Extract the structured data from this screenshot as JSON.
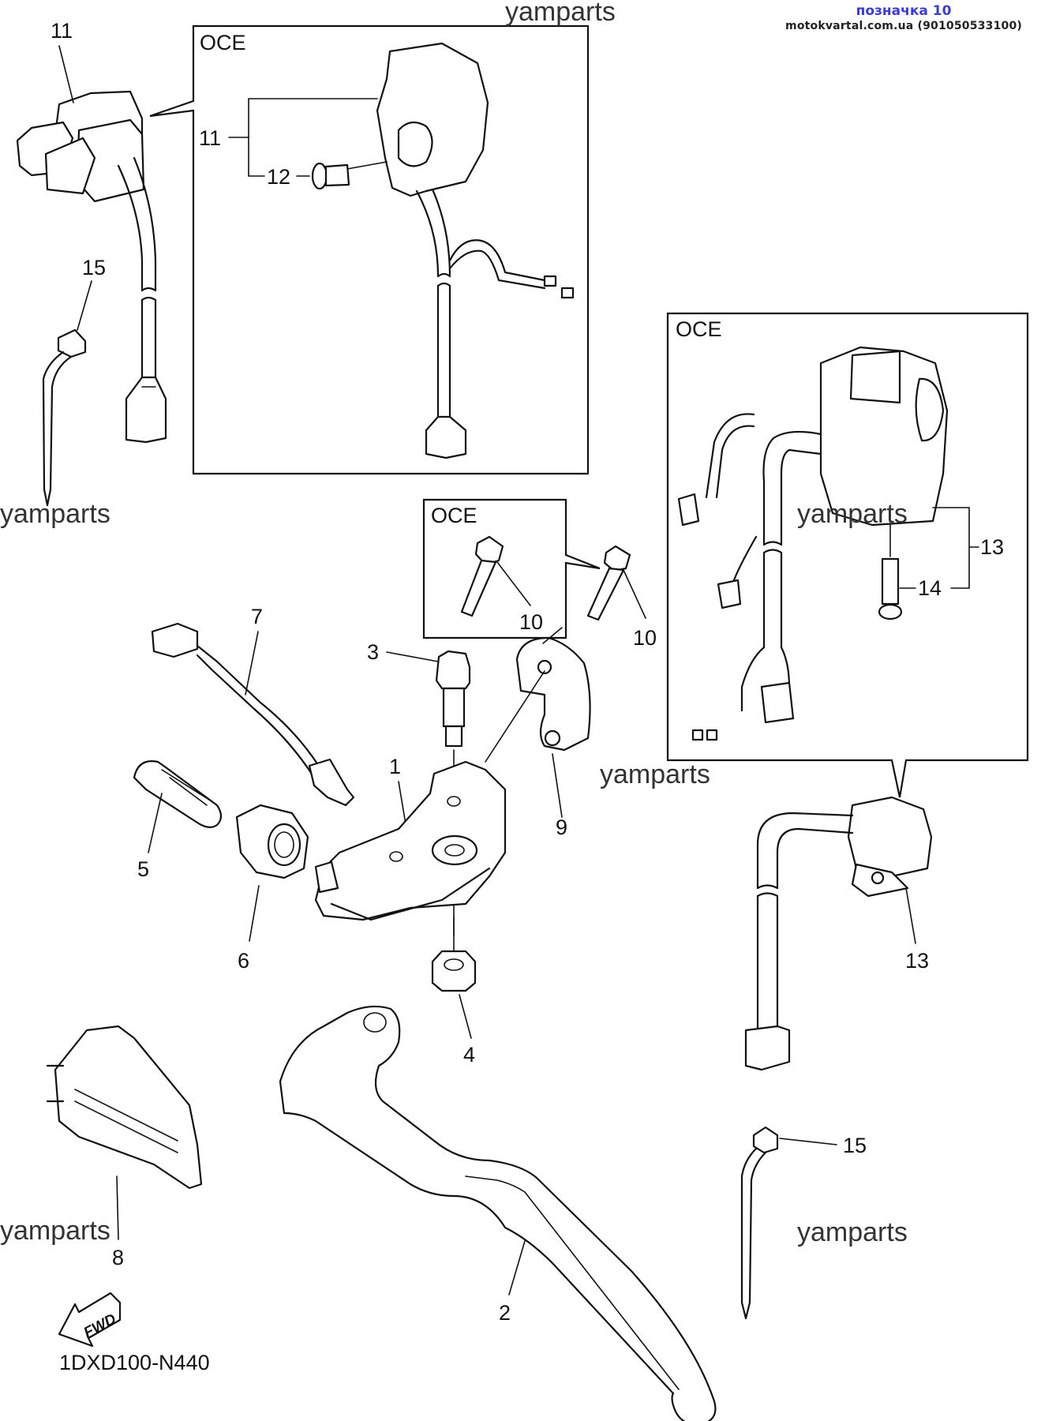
{
  "header": {
    "tag": "позначка 10",
    "site": "motokvartal.com.ua (901050533100)"
  },
  "watermark": "yamparts",
  "diagram_code": "1DXD100-N440",
  "fwd_label": "FWD",
  "inset_label": "OCE",
  "callouts": {
    "p1": "1",
    "p2": "2",
    "p3": "3",
    "p4": "4",
    "p5": "5",
    "p6": "6",
    "p7": "7",
    "p8": "8",
    "p9": "9",
    "p10": "10",
    "p11": "11",
    "p12": "12",
    "p13": "13",
    "p14": "14",
    "p15": "15"
  },
  "colors": {
    "tag": "#3b3bd6",
    "line": "#111111"
  }
}
